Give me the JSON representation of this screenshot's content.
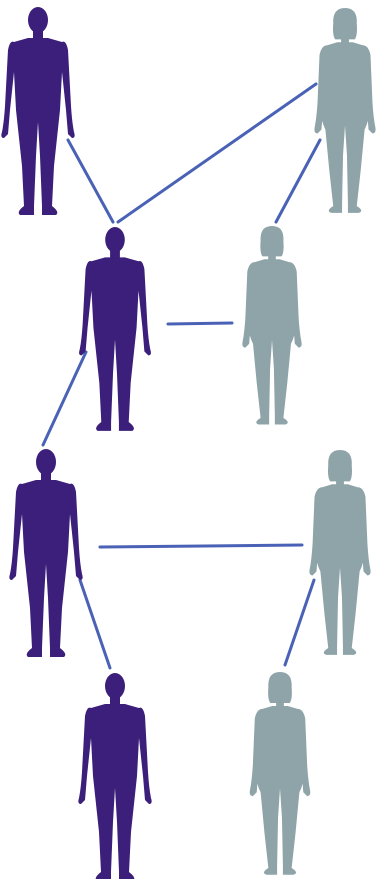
{
  "colors": {
    "male": "#3b1f7a",
    "female": "#8fa4a8",
    "connector": "#4a62b6",
    "background": "#ffffff"
  },
  "figures": [
    {
      "id": "m1",
      "sex": "male",
      "icon": "male-figure-icon"
    },
    {
      "id": "f1",
      "sex": "female",
      "icon": "female-figure-icon"
    },
    {
      "id": "m2",
      "sex": "male",
      "icon": "male-figure-icon"
    },
    {
      "id": "f2",
      "sex": "female",
      "icon": "female-figure-icon"
    },
    {
      "id": "m3",
      "sex": "male",
      "icon": "male-figure-icon"
    },
    {
      "id": "f3",
      "sex": "female",
      "icon": "female-figure-icon"
    },
    {
      "id": "m4",
      "sex": "male",
      "icon": "male-figure-icon"
    },
    {
      "id": "f4",
      "sex": "female",
      "icon": "female-figure-icon"
    }
  ],
  "links": [
    {
      "from": "m1",
      "to": "m2"
    },
    {
      "from": "f1",
      "to": "m2"
    },
    {
      "from": "f1",
      "to": "f2"
    },
    {
      "from": "m2",
      "to": "f2"
    },
    {
      "from": "m2",
      "to": "m3"
    },
    {
      "from": "m3",
      "to": "f3"
    },
    {
      "from": "m3",
      "to": "m4"
    },
    {
      "from": "f3",
      "to": "f4"
    }
  ]
}
